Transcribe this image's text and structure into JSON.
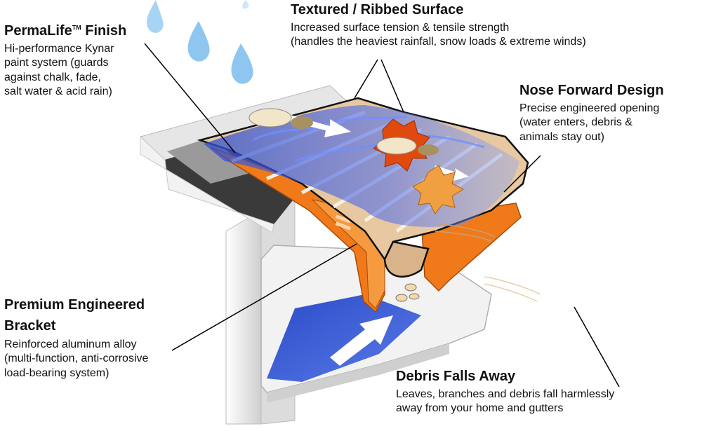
{
  "callouts": {
    "permalife": {
      "title_main": "PermaLife",
      "title_tm": "TM",
      "title_rest": " Finish",
      "body": "Hi-performance Kynar\npaint system (guards\nagainst chalk, fade,\nsalt water & acid rain)"
    },
    "textured": {
      "title": "Textured / Ribbed Surface",
      "body": "Increased surface tension & tensile strength\n(handles the heaviest rainfall, snow loads & extreme winds)"
    },
    "nose": {
      "title": "Nose Forward Design",
      "body": "Precise engineered opening\n(water enters, debris &\nanimals stay out)"
    },
    "bracket": {
      "title": "Premium Engineered\nBracket",
      "body": "Reinforced aluminum alloy\n(multi-function, anti-corrosive\nload-bearing system)"
    },
    "debris": {
      "title": "Debris Falls Away",
      "body": "Leaves, branches and debris fall harmlessly\naway from your home and gutters"
    }
  },
  "colors": {
    "guard_surface": "#e8c8a0",
    "water_stream": "#3d5fd6",
    "bracket_orange": "#f07a1a",
    "gutter_white": "#f2f2f2",
    "roof_dark": "#3a3a3a",
    "rain_drop": "#8fc6f0"
  }
}
